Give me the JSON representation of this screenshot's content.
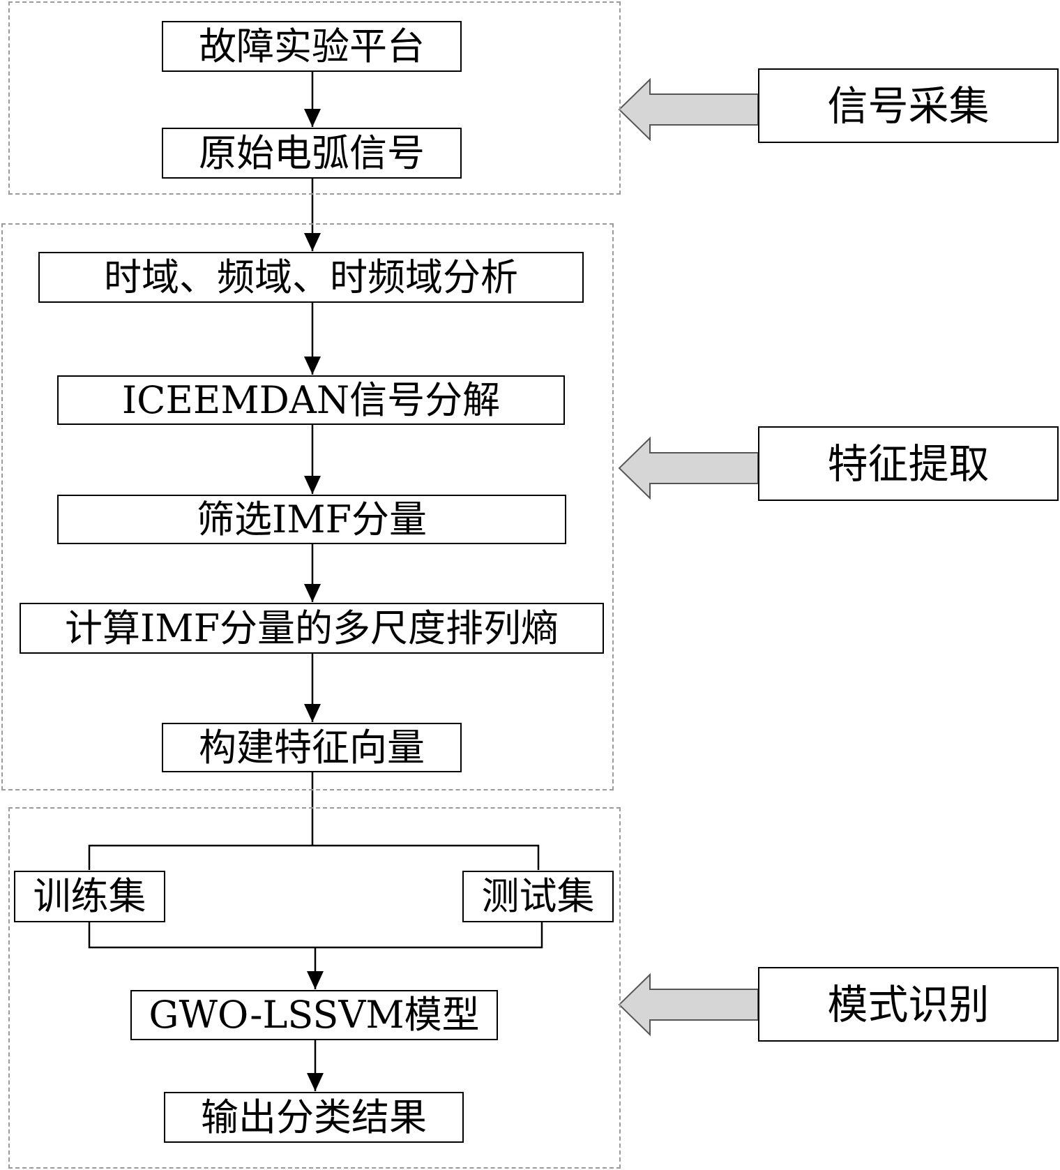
{
  "nodes": {
    "platform": "故障实验平台",
    "raw_signal": "原始电弧信号",
    "analysis": "时域、频域、时频域分析",
    "decomposition": "ICEEMDAN信号分解",
    "imf_select": "筛选IMF分量",
    "mpe": "计算IMF分量的多尺度排列熵",
    "feature_vector": "构建特征向量",
    "train_set": "训练集",
    "test_set": "测试集",
    "model": "GWO-LSSVM模型",
    "output": "输出分类结果"
  },
  "stages": {
    "acquisition": "信号采集",
    "extraction": "特征提取",
    "recognition": "模式识别"
  },
  "colors": {
    "stage_arrow_fill": "#d6d6d6",
    "group_border": "#9a9a9a",
    "line": "#000000"
  }
}
